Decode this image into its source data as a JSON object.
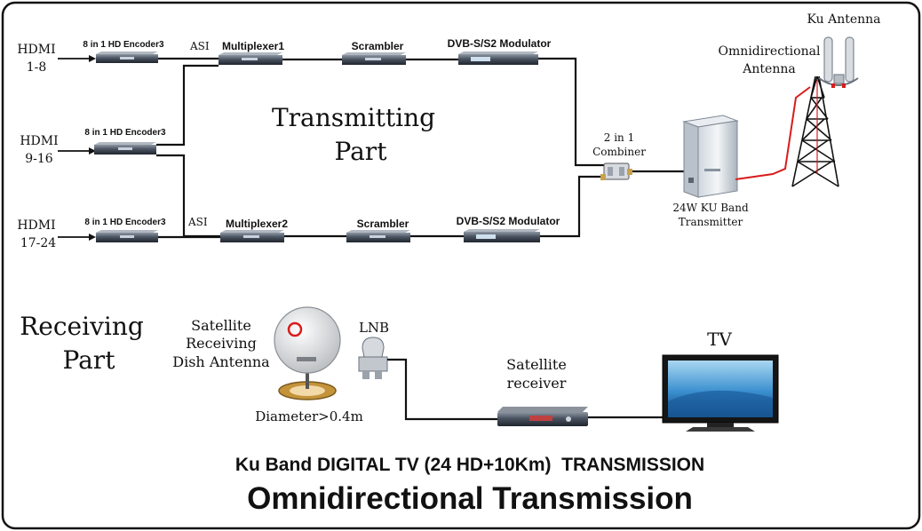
{
  "transmitting": {
    "title_line1": "Transmitting",
    "title_line2": "Part",
    "inputs": [
      {
        "line1": "HDMI",
        "line2": "1-8"
      },
      {
        "line1": "HDMI",
        "line2": "9-16"
      },
      {
        "line1": "HDMI",
        "line2": "17-24"
      }
    ],
    "encoder_label": "8 in 1 HD Encoder3",
    "asi_label": "ASI",
    "multiplexer1": "Multiplexer1",
    "multiplexer2": "Multiplexer2",
    "scrambler": "Scrambler",
    "modulator": "DVB-S/S2 Modulator",
    "combiner_line1": "2 in 1",
    "combiner_line2": "Combiner",
    "transmitter_line1": "24W KU Band",
    "transmitter_line2": "Transmitter",
    "omni_line1": "Omnidirectional",
    "omni_line2": "Antenna",
    "ku_antenna": "Ku Antenna"
  },
  "receiving": {
    "title_line1": "Receiving",
    "title_line2": "Part",
    "dish_line1": "Satellite",
    "dish_line2": "Receiving",
    "dish_line3": "Dish Antenna",
    "lnb": "LNB",
    "diameter": "Diameter>0.4m",
    "receiver_line1": "Satellite",
    "receiver_line2": "receiver",
    "tv": "TV"
  },
  "footer": {
    "line1": "Ku Band DIGITAL TV (24 HD+10Km)  TRANSMISSION",
    "line2": "Omnidirectional Transmission"
  },
  "colors": {
    "frame": "#111111",
    "device": "#3e4652",
    "feed_cable": "#d81c1c",
    "screen": "#3a8fcf"
  }
}
